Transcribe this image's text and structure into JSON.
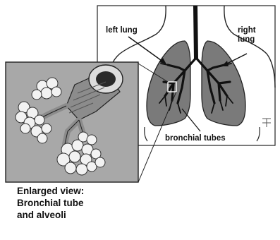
{
  "labels": {
    "left_lung": "left lung",
    "right_lung": "right lung",
    "bronchial_tubes": "bronchial tubes"
  },
  "caption": {
    "line1": "Enlarged view:",
    "line2": "Bronchial tube",
    "line3": "and alveoli"
  }
}
